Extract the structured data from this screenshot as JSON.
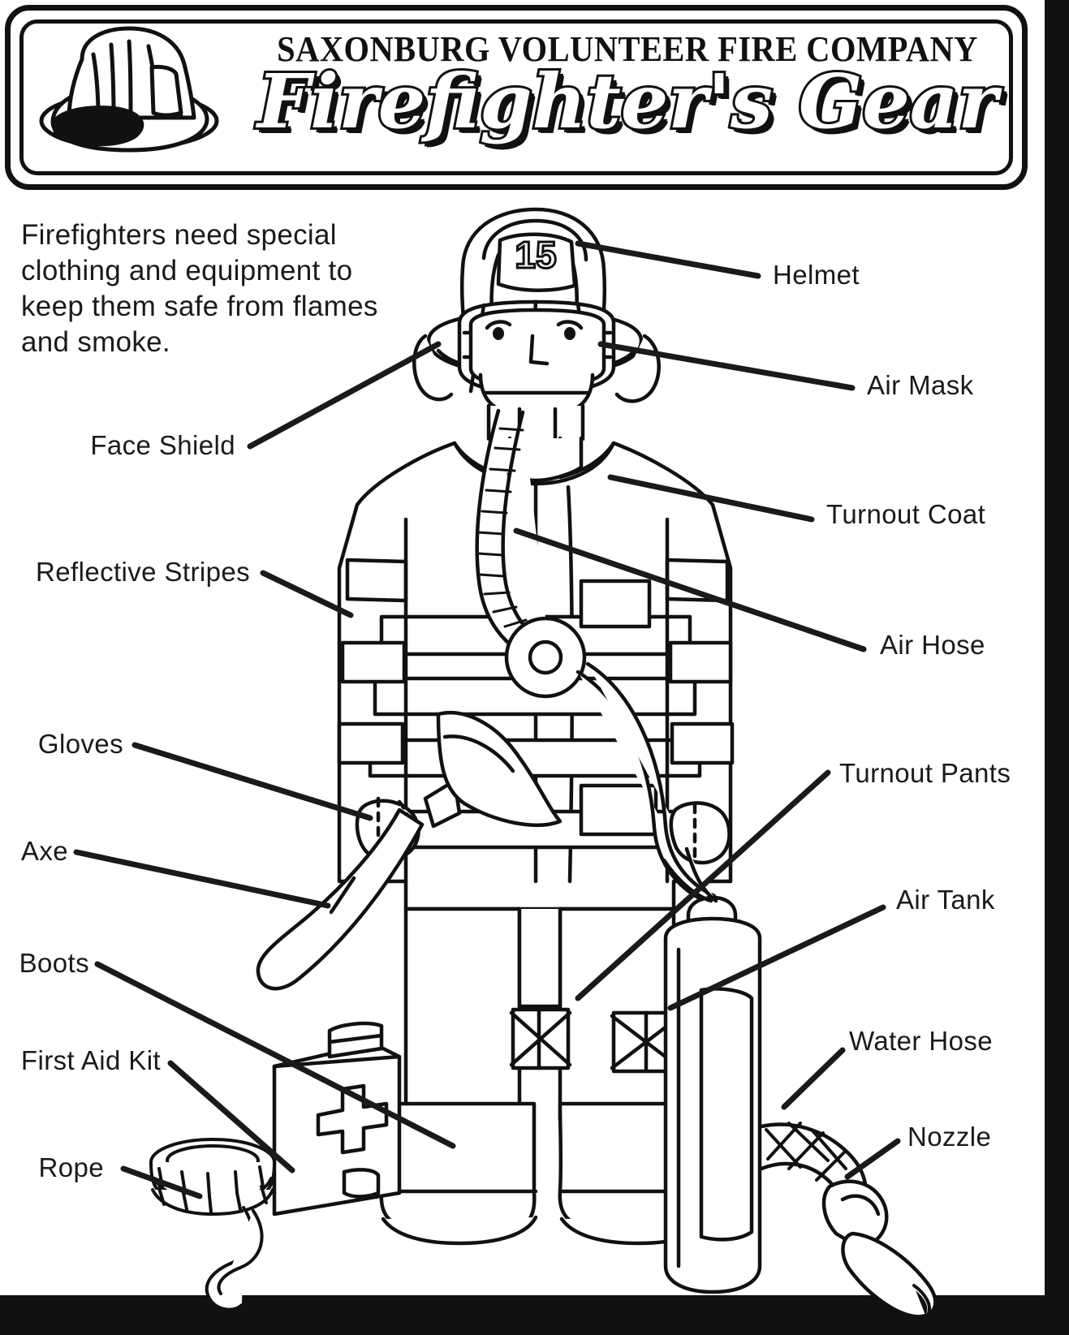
{
  "banner": {
    "company_name": "SAXONBURG VOLUNTEER FIRE COMPANY",
    "title": "Firefighter's Gear",
    "logo_icon": "fire-helmet-icon"
  },
  "intro": {
    "text": "Firefighters need special clothing and equipment to keep them safe from flames and smoke."
  },
  "figure": {
    "helmet_number": "15",
    "description": "line-art firefighter in full turnout gear holding an axe, with air tank, first aid kit, rope, water hose and nozzle"
  },
  "labels_right": [
    {
      "id": "helmet",
      "text": "Helmet"
    },
    {
      "id": "air-mask",
      "text": "Air Mask"
    },
    {
      "id": "turnout-coat",
      "text": "Turnout Coat"
    },
    {
      "id": "air-hose",
      "text": "Air Hose"
    },
    {
      "id": "turnout-pants",
      "text": "Turnout Pants"
    },
    {
      "id": "air-tank",
      "text": "Air Tank"
    },
    {
      "id": "water-hose",
      "text": "Water Hose"
    },
    {
      "id": "nozzle",
      "text": "Nozzle"
    }
  ],
  "labels_left": [
    {
      "id": "face-shield",
      "text": "Face Shield"
    },
    {
      "id": "reflective-stripes",
      "text": "Reflective Stripes"
    },
    {
      "id": "gloves",
      "text": "Gloves"
    },
    {
      "id": "axe",
      "text": "Axe"
    },
    {
      "id": "boots",
      "text": "Boots"
    },
    {
      "id": "first-aid-kit",
      "text": "First Aid Kit"
    },
    {
      "id": "rope",
      "text": "Rope"
    }
  ],
  "colors": {
    "ink": "#1a1a1a",
    "paper": "#ffffff",
    "edge": "#111111"
  }
}
